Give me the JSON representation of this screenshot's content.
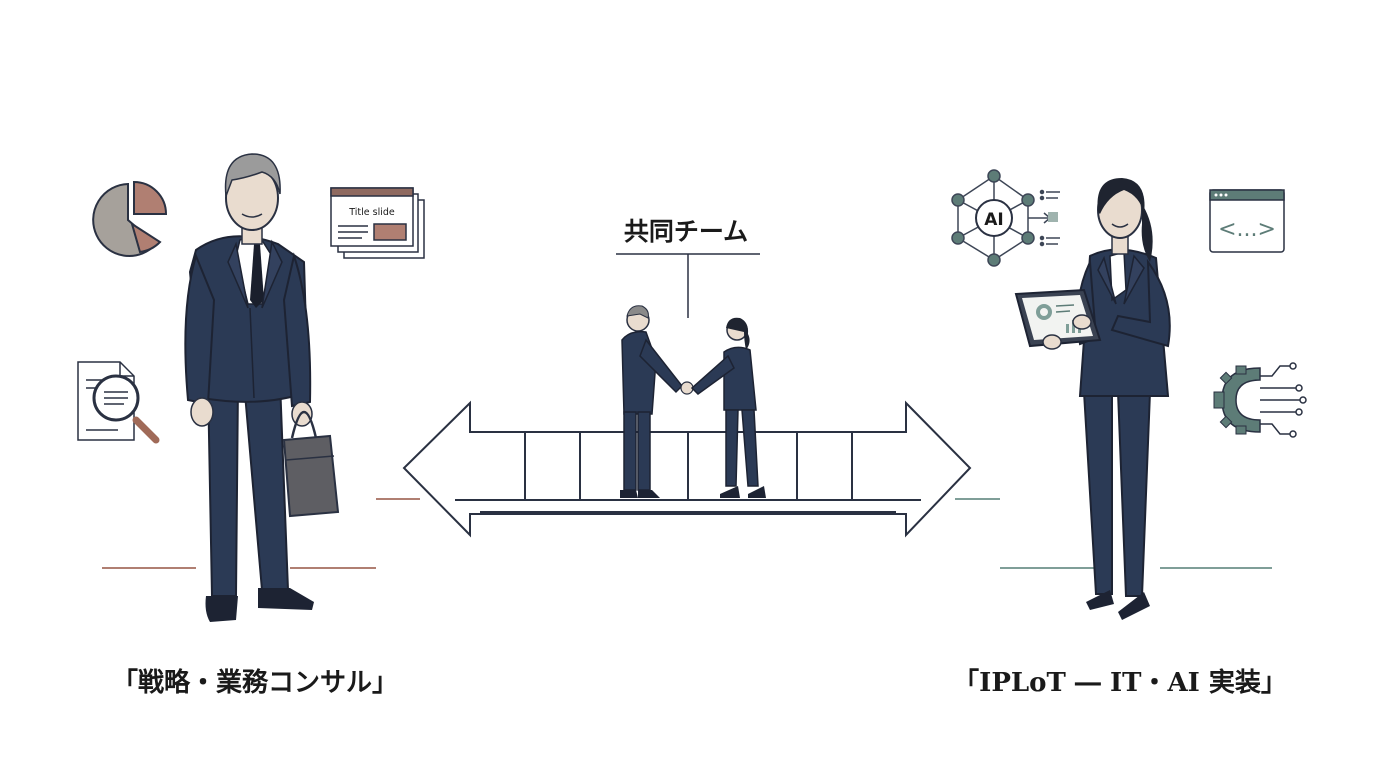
{
  "team_title": "共同チーム",
  "left_caption": "「戦略・業務コンサル」",
  "right_caption": "「IPLoT ― IT・AI 実装」",
  "slide_card_text": "Title slide",
  "ai_node_text": "AI",
  "code_window_text": "<...>",
  "icons": {
    "left": [
      "pie-chart-icon",
      "presentation-slides-icon",
      "document-search-icon",
      "briefcase-icon"
    ],
    "right": [
      "ai-network-icon",
      "code-window-icon",
      "gear-circuit-icon",
      "tablet-dashboard-icon"
    ]
  },
  "colors": {
    "navy": "#2b3a55",
    "consult_accent": "#b07f72",
    "tech_accent": "#7f9e98",
    "line": "#2a3142"
  }
}
